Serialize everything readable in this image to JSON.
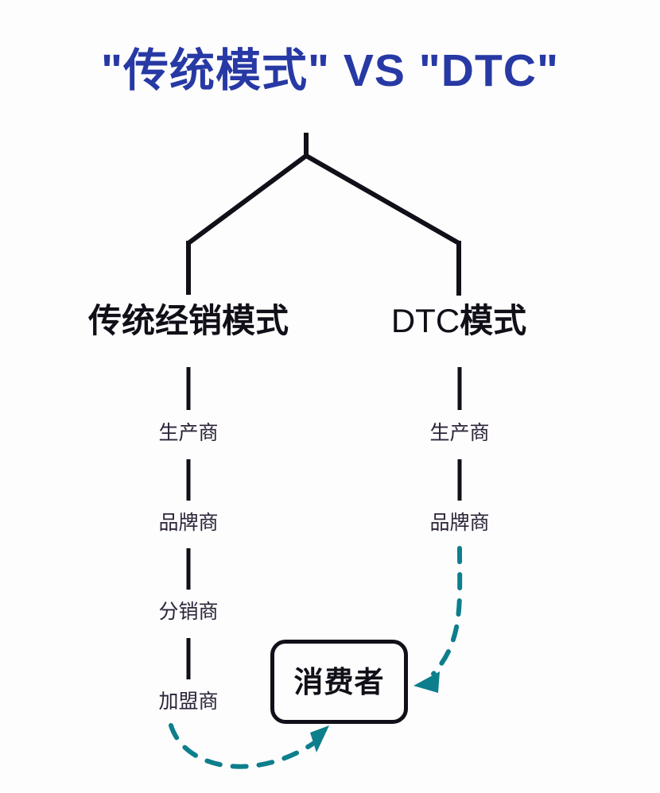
{
  "page": {
    "title": "\"传统模式\" VS \"DTC\"",
    "background_color": "#fdfdfd",
    "title_color": "#2739a4",
    "line_color": "#111018",
    "accent_color": "#0d7e8c",
    "node_text_color": "#2c2438"
  },
  "branches": {
    "left": {
      "label": "传统经销模式",
      "chain": [
        {
          "label": "生产商"
        },
        {
          "label": "品牌商"
        },
        {
          "label": "分销商"
        },
        {
          "label": "加盟商"
        }
      ]
    },
    "right": {
      "label_latin": "DTC",
      "label_cjk": "模式",
      "label_full": "DTC模式",
      "chain": [
        {
          "label": "生产商"
        },
        {
          "label": "品牌商"
        }
      ]
    }
  },
  "consumer_box": {
    "label": "消费者"
  },
  "flows": [
    {
      "name": "franchise-to-consumer",
      "from": "加盟商",
      "to": "消费者",
      "style": "dashed-curve-arrow",
      "color": "#0d7e8c"
    },
    {
      "name": "brand-to-consumer",
      "from": "品牌商",
      "to": "消费者",
      "style": "dashed-curve-arrow",
      "color": "#0d7e8c"
    }
  ],
  "chart_data": {
    "type": "diagram",
    "title": "\"传统模式\" VS \"DTC\"",
    "structure": "binary-bracket-tree",
    "root_label": "",
    "nodes": [
      {
        "id": "left-branch",
        "label": "传统经销模式",
        "level": 1
      },
      {
        "id": "right-branch",
        "label": "DTC模式",
        "level": 1
      },
      {
        "id": "l1",
        "label": "生产商",
        "parent": "left-branch",
        "level": 2
      },
      {
        "id": "l2",
        "label": "品牌商",
        "parent": "l1",
        "level": 3
      },
      {
        "id": "l3",
        "label": "分销商",
        "parent": "l2",
        "level": 4
      },
      {
        "id": "l4",
        "label": "加盟商",
        "parent": "l3",
        "level": 5
      },
      {
        "id": "r1",
        "label": "生产商",
        "parent": "right-branch",
        "level": 2
      },
      {
        "id": "r2",
        "label": "品牌商",
        "parent": "r1",
        "level": 3
      },
      {
        "id": "consumer",
        "label": "消费者",
        "level": 6
      }
    ],
    "edges": [
      {
        "from": "l4",
        "to": "consumer",
        "style": "dashed",
        "color": "#0d7e8c"
      },
      {
        "from": "r2",
        "to": "consumer",
        "style": "dashed",
        "color": "#0d7e8c"
      }
    ]
  }
}
